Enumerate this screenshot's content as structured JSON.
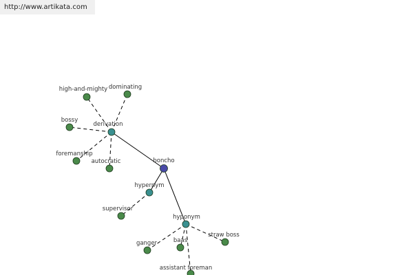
{
  "url": "http://www.artikata.com",
  "colors": {
    "root": "#4a4aa8",
    "category": "#3a9090",
    "leaf": "#4a8a4a",
    "edge": "#000000"
  },
  "graph": {
    "root": "boncho",
    "nodes": [
      {
        "id": "boncho",
        "label": "boncho",
        "kind": "root"
      },
      {
        "id": "derivation",
        "label": "derivation",
        "kind": "category"
      },
      {
        "id": "hypernym",
        "label": "hypernym",
        "kind": "category"
      },
      {
        "id": "hyponym",
        "label": "hyponym",
        "kind": "category"
      },
      {
        "id": "high-and-mighty",
        "label": "high-and-mighty",
        "kind": "leaf"
      },
      {
        "id": "dominating",
        "label": "dominating",
        "kind": "leaf"
      },
      {
        "id": "bossy",
        "label": "bossy",
        "kind": "leaf"
      },
      {
        "id": "foremanship",
        "label": "foremanship",
        "kind": "leaf"
      },
      {
        "id": "autocratic",
        "label": "autocratic",
        "kind": "leaf"
      },
      {
        "id": "supervisor",
        "label": "supervisor",
        "kind": "leaf"
      },
      {
        "id": "ganger",
        "label": "ganger",
        "kind": "leaf"
      },
      {
        "id": "baas",
        "label": "baas",
        "kind": "leaf"
      },
      {
        "id": "straw-boss",
        "label": "straw boss",
        "kind": "leaf"
      },
      {
        "id": "assistant-foreman",
        "label": "assistant foreman",
        "kind": "leaf"
      }
    ],
    "edges": [
      {
        "from": "boncho",
        "to": "derivation",
        "style": "solid"
      },
      {
        "from": "boncho",
        "to": "hypernym",
        "style": "solid"
      },
      {
        "from": "boncho",
        "to": "hyponym",
        "style": "solid"
      },
      {
        "from": "derivation",
        "to": "high-and-mighty",
        "style": "dashed"
      },
      {
        "from": "derivation",
        "to": "dominating",
        "style": "dashed"
      },
      {
        "from": "derivation",
        "to": "bossy",
        "style": "dashed"
      },
      {
        "from": "derivation",
        "to": "foremanship",
        "style": "dashed"
      },
      {
        "from": "derivation",
        "to": "autocratic",
        "style": "dashed"
      },
      {
        "from": "hypernym",
        "to": "supervisor",
        "style": "dashed"
      },
      {
        "from": "hyponym",
        "to": "ganger",
        "style": "dashed"
      },
      {
        "from": "hyponym",
        "to": "baas",
        "style": "dashed"
      },
      {
        "from": "hyponym",
        "to": "straw-boss",
        "style": "dashed"
      },
      {
        "from": "hyponym",
        "to": "assistant-foreman",
        "style": "dashed"
      }
    ]
  }
}
